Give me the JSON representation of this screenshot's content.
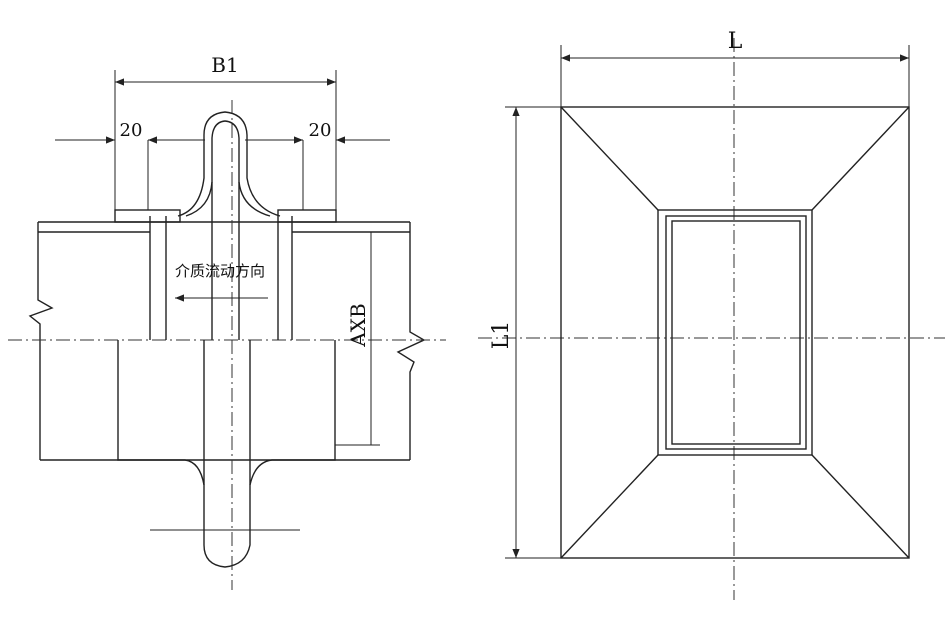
{
  "labels": {
    "b1": "B1",
    "offset_left": "20",
    "offset_right": "20",
    "flow_direction": "介质流动方向",
    "axb": "AXB",
    "l": "L",
    "l1": "L1"
  },
  "colors": {
    "line": "#222222",
    "background": "#ffffff"
  }
}
